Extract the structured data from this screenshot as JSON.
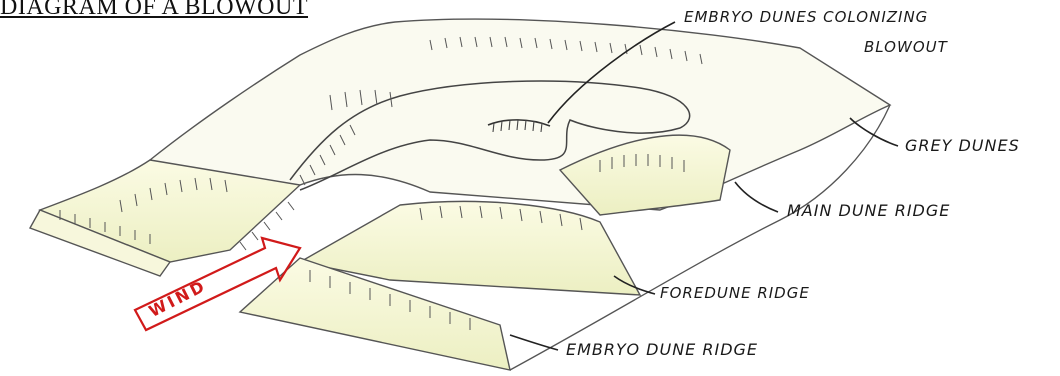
{
  "title": "DIAGRAM OF A BLOWOUT",
  "wind_label": "WIND",
  "labels": {
    "embryo_colonizing_line1": "EMBRYO DUNES COLONIZING",
    "embryo_colonizing_line2": "BLOWOUT",
    "grey_dunes": "GREY DUNES",
    "main_dune_ridge": "MAIN DUNE RIDGE",
    "foredune_ridge": "FOREDUNE RIDGE",
    "embryo_dune_ridge": "EMBRYO DUNE RIDGE"
  },
  "colors": {
    "ink": "#3a3a3a",
    "sand": "#f3f3c8",
    "wind": "#d11a1a"
  }
}
